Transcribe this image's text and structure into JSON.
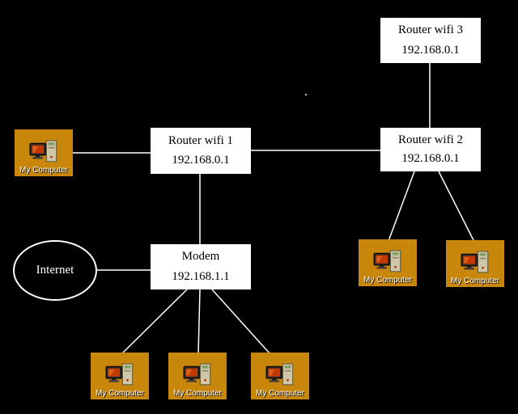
{
  "diagram": {
    "nodes": {
      "router_wifi_3": {
        "title": "Router wifi 3",
        "ip": "192.168.0.1"
      },
      "router_wifi_1": {
        "title": "Router wifi 1",
        "ip": "192.168.0.1"
      },
      "router_wifi_2": {
        "title": "Router wifi 2",
        "ip": "192.168.0.1"
      },
      "modem": {
        "title": "Modem",
        "ip": "192.168.1.1"
      },
      "internet": {
        "title": "Internet"
      }
    },
    "computers": [
      {
        "label": "My Computer"
      },
      {
        "label": "My Computer"
      },
      {
        "label": "My Computer"
      },
      {
        "label": "My Computer"
      },
      {
        "label": "My Computer"
      },
      {
        "label": "My Computer"
      }
    ],
    "edges": [
      {
        "from": "router_wifi_3",
        "to": "router_wifi_2"
      },
      {
        "from": "router_wifi_1",
        "to": "router_wifi_2"
      },
      {
        "from": "computer_1",
        "to": "router_wifi_1"
      },
      {
        "from": "router_wifi_1",
        "to": "modem"
      },
      {
        "from": "internet",
        "to": "modem"
      },
      {
        "from": "router_wifi_2",
        "to": "computer_2"
      },
      {
        "from": "router_wifi_2",
        "to": "computer_3"
      },
      {
        "from": "modem",
        "to": "computer_4"
      },
      {
        "from": "modem",
        "to": "computer_5"
      },
      {
        "from": "modem",
        "to": "computer_6"
      }
    ],
    "colors": {
      "background": "#000000",
      "line_color": "#ffffff",
      "node_fill": "#ffffff",
      "node_text": "#000000",
      "computer_tile": "#c8860b",
      "computer_text": "#ffffff"
    }
  }
}
